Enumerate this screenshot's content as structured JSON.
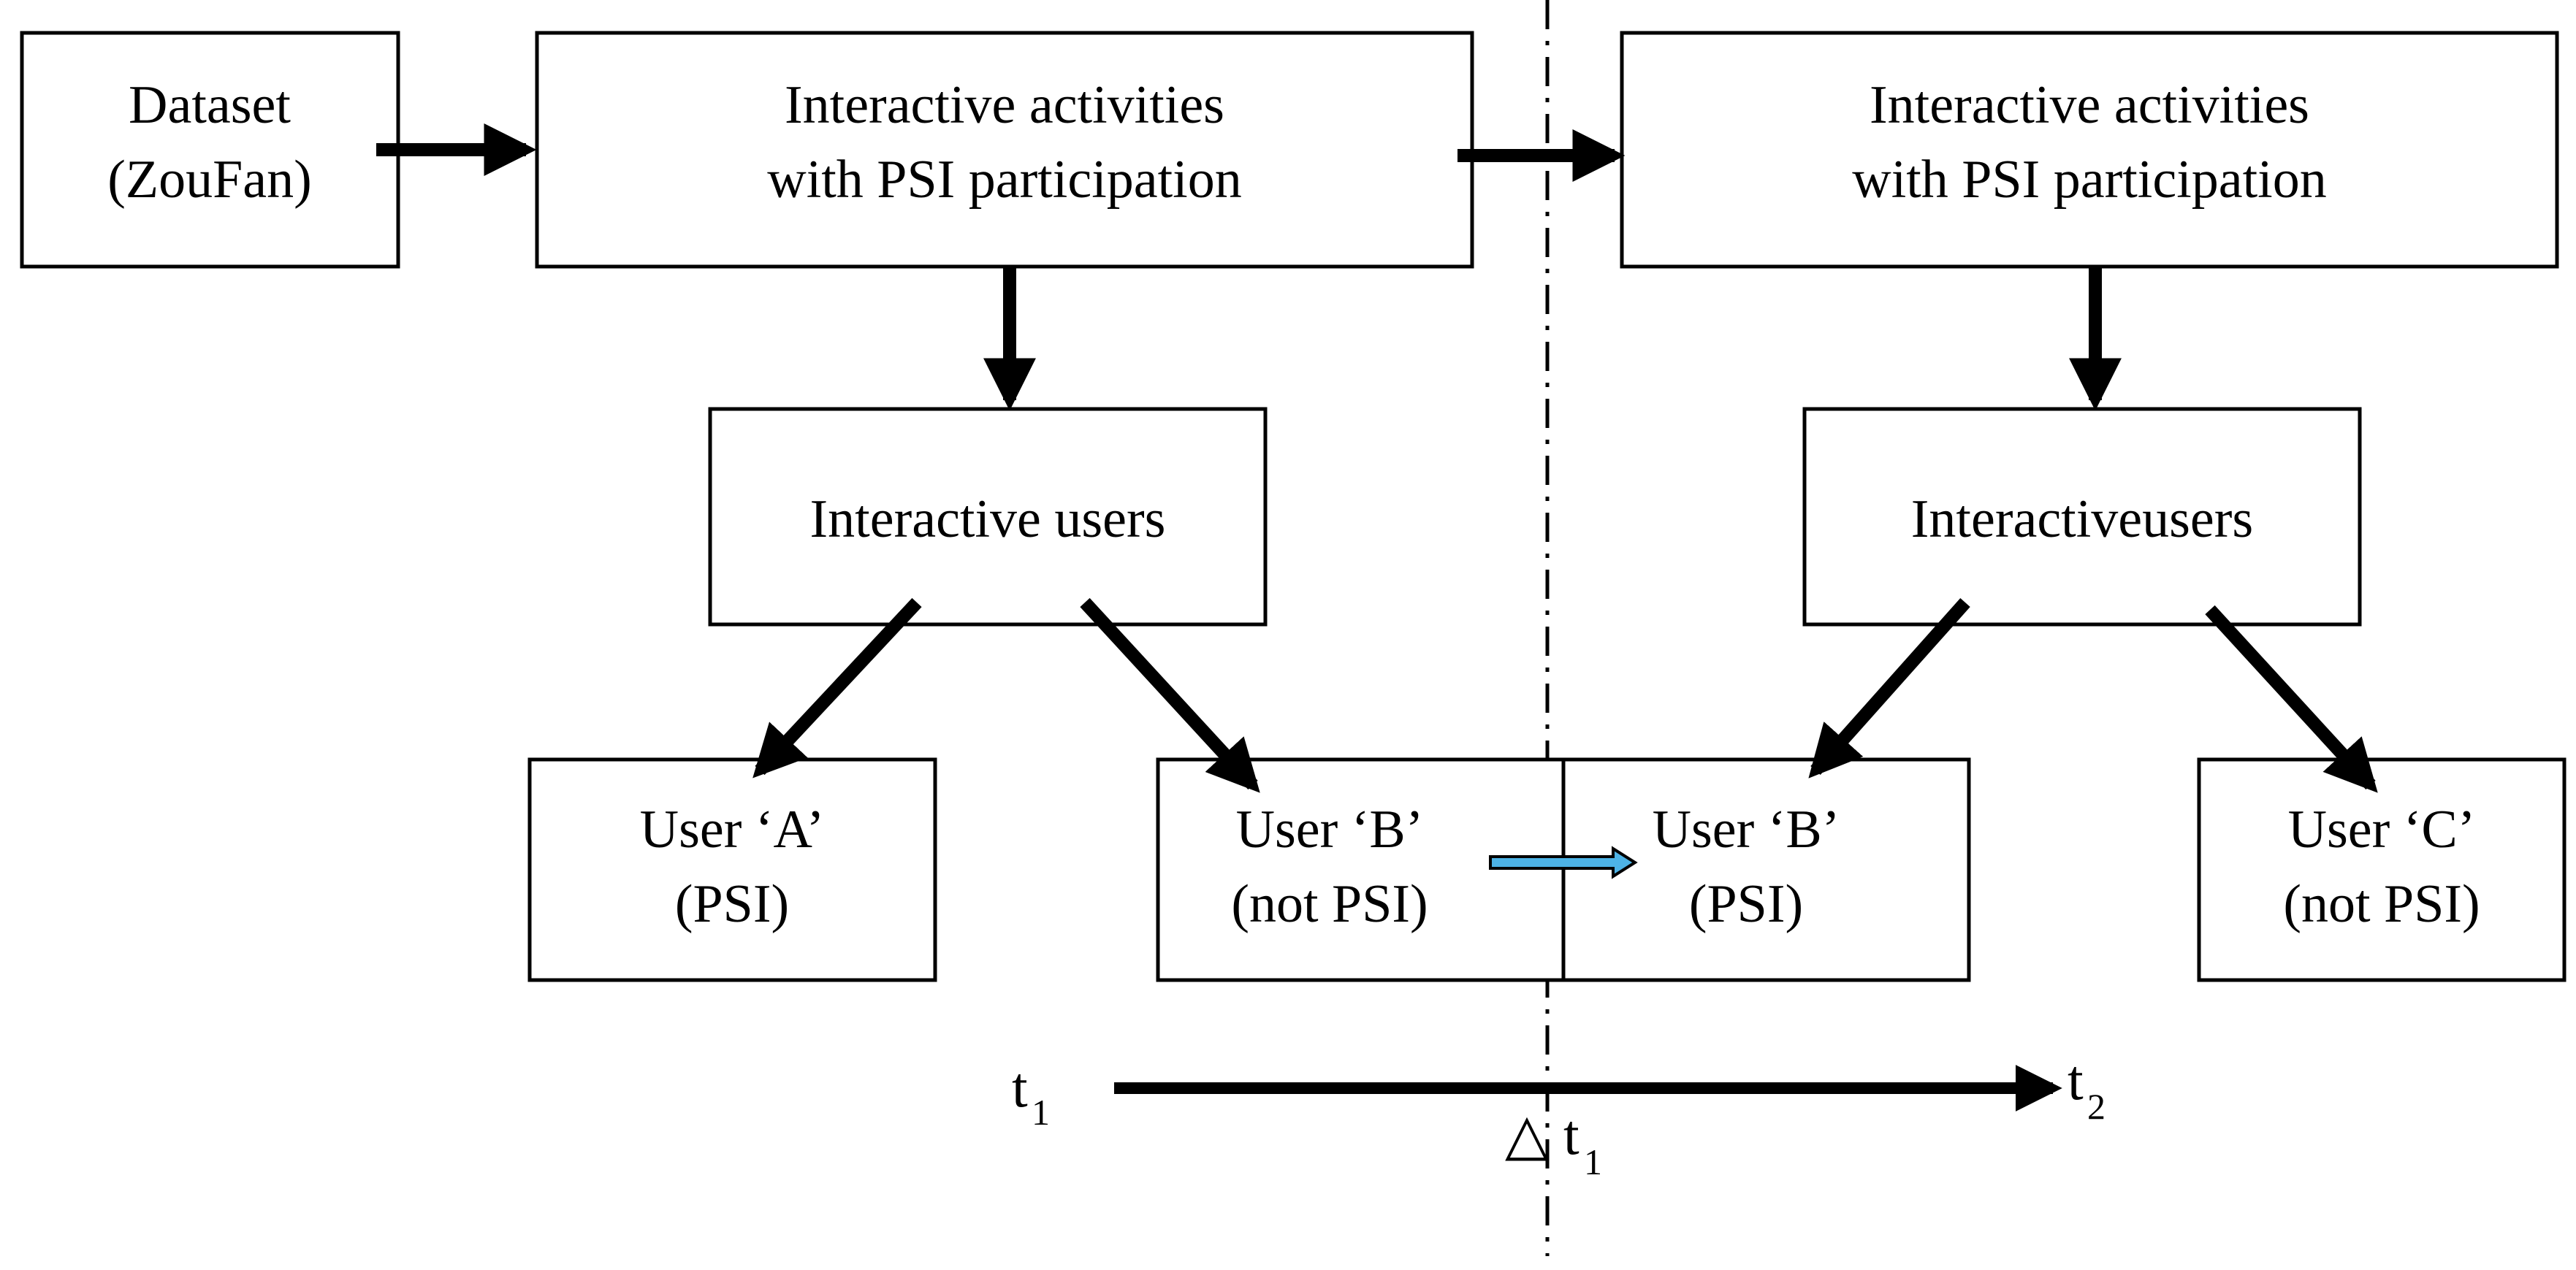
{
  "nodes": {
    "dataset": [
      "Dataset",
      "(ZouFan)"
    ],
    "activities_left": [
      "Interactive activities",
      "with PSI participation"
    ],
    "activities_right": [
      "Interactive activities",
      "with PSI participation"
    ],
    "users_left": [
      "Interactive users"
    ],
    "users_right": [
      "Interactiveusers"
    ],
    "user_a": [
      "User ‘A’",
      "(PSI)"
    ],
    "user_b_left": [
      "User ‘B’",
      "(not PSI)"
    ],
    "user_b_right": [
      "User ‘B’",
      "(PSI)"
    ],
    "user_c": [
      "User ‘C’",
      "(not PSI)"
    ]
  },
  "timeline": {
    "start": "t",
    "start_sub": "1",
    "end": "t",
    "end_sub": "2",
    "delta_symbol": "△",
    "delta": "t",
    "delta_sub": "1"
  },
  "colors": {
    "stroke": "#000000",
    "transition_arrow_fill": "#4db3e6"
  }
}
